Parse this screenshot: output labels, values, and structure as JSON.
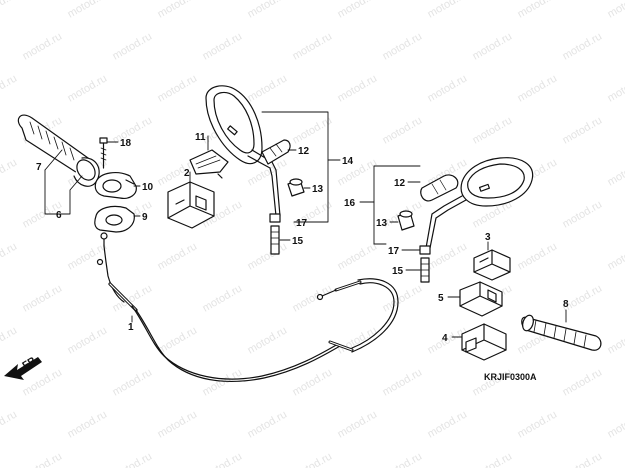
{
  "watermark": "motod.ru",
  "diagram_code": "KRJIF0300A",
  "front_label": "FR.",
  "callouts": {
    "c1": "1",
    "c2": "2",
    "c3": "3",
    "c4": "4",
    "c5": "5",
    "c6": "6",
    "c7": "7",
    "c8": "8",
    "c9": "9",
    "c10": "10",
    "c11": "11",
    "c12_left": "12",
    "c12_right": "12",
    "c13_left": "13",
    "c13_right": "13",
    "c14": "14",
    "c15_left": "15",
    "c15_right": "15",
    "c16": "16",
    "c17_left": "17",
    "c17_right": "17",
    "c18": "18"
  }
}
